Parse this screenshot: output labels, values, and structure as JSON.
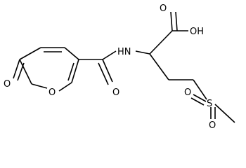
{
  "molecule": {
    "labels": {
      "ring_carbonyl_o": "O",
      "ring_o": "O",
      "amide_o": "O",
      "nh": "HN",
      "acid_o": "O",
      "acid_oh": "OH",
      "sulfur": "S",
      "sulfonyl_o1": "O",
      "sulfonyl_o2": "O"
    }
  }
}
